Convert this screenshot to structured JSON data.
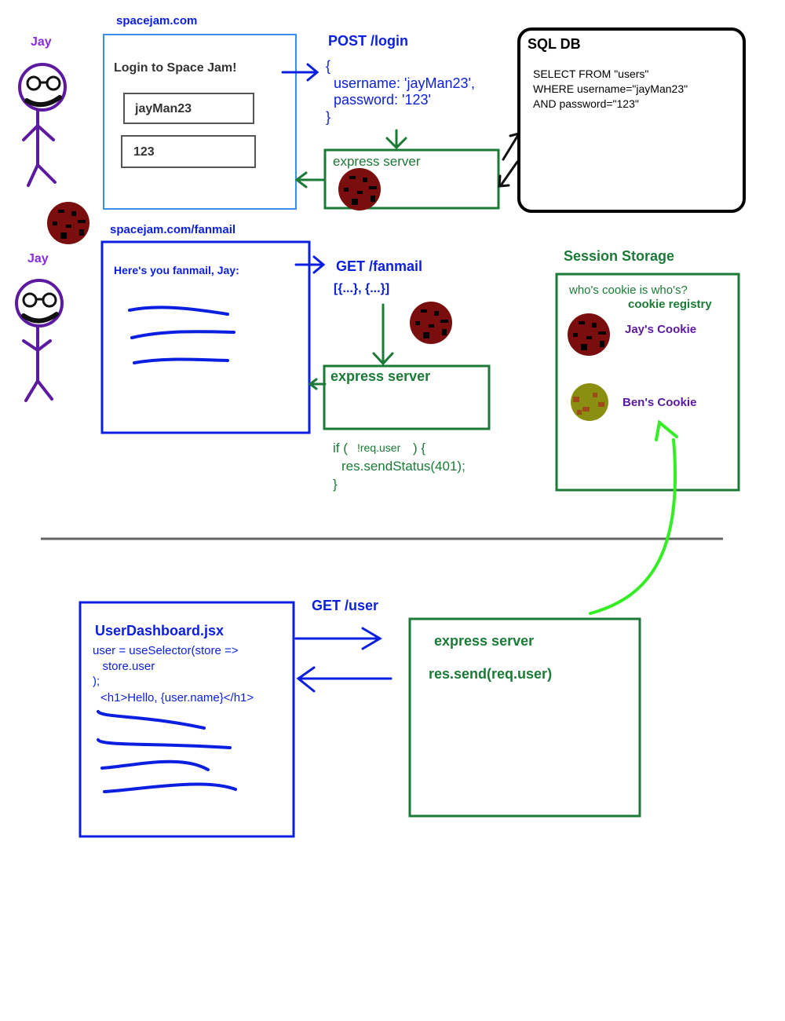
{
  "colors": {
    "blue": "#0a1fe0",
    "green": "#1b7a36",
    "purple": "#5b1aa0",
    "lightblue": "#3a8ee6",
    "brightgreen": "#33ee22",
    "cookie_red": "#7a0d0d",
    "cookie_olive": "#8a8f12"
  },
  "scene1": {
    "user_name": "Jay",
    "url": "spacejam.com",
    "login_title": "Login to Space Jam!",
    "username_value": "jayMan23",
    "password_value": "123",
    "request_label": "POST /login",
    "request_body": "{\n  username: 'jayMan23',\n  password: '123'\n}",
    "server_label": "express server"
  },
  "db": {
    "title": "SQL DB",
    "query": "SELECT FROM \"users\"\nWHERE username=\"jayMan23\"\nAND password=\"123\""
  },
  "scene2": {
    "user_name": "Jay",
    "url": "spacejam.com/fanmail",
    "page_text": "Here's you fanmail, Jay:",
    "request_label": "GET /fanmail",
    "response_body": "[{...}, {...}]",
    "server_label": "express server",
    "code_if": "if (",
    "code_cond": "!req.user",
    "code_paren": ") {",
    "code_send": "res.sendStatus(401);",
    "code_close": "}"
  },
  "session": {
    "title": "Session Storage",
    "question": "who's cookie is who's?",
    "registry": "cookie registry",
    "entries": [
      "Jay's Cookie",
      "Ben's Cookie"
    ]
  },
  "scene3": {
    "file": "UserDashboard.jsx",
    "code": "user = useSelector(store =>\n   store.user\n);",
    "jsx": "<h1>Hello, {user.name}</h1>",
    "request_label": "GET /user",
    "server_label": "express server",
    "server_code": "res.send(req.user)"
  }
}
